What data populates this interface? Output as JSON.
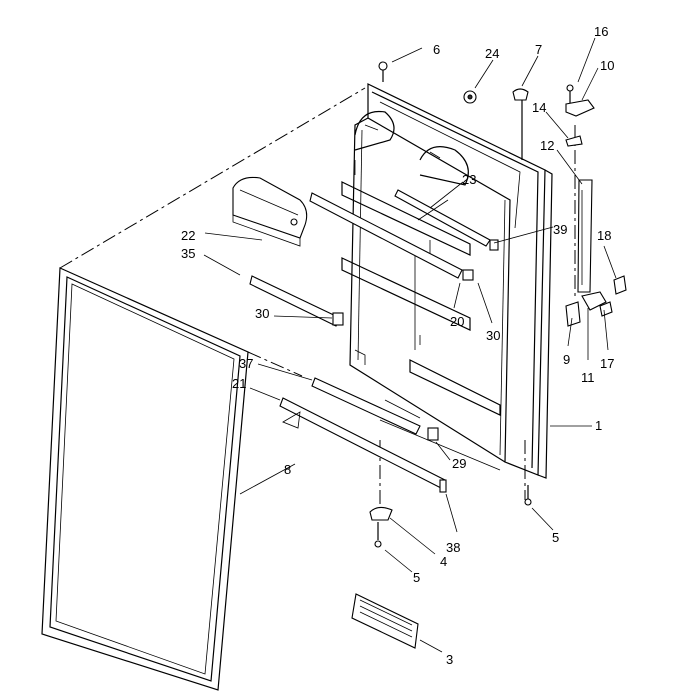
{
  "diagram": {
    "callouts": [
      {
        "id": "c1",
        "text": "1"
      },
      {
        "id": "c3",
        "text": "3"
      },
      {
        "id": "c4",
        "text": "4"
      },
      {
        "id": "c5a",
        "text": "5"
      },
      {
        "id": "c5b",
        "text": "5"
      },
      {
        "id": "c6",
        "text": "6"
      },
      {
        "id": "c7",
        "text": "7"
      },
      {
        "id": "c8",
        "text": "8"
      },
      {
        "id": "c9",
        "text": "9"
      },
      {
        "id": "c10",
        "text": "10"
      },
      {
        "id": "c11",
        "text": "11"
      },
      {
        "id": "c12",
        "text": "12"
      },
      {
        "id": "c14",
        "text": "14"
      },
      {
        "id": "c16",
        "text": "16"
      },
      {
        "id": "c17",
        "text": "17"
      },
      {
        "id": "c18",
        "text": "18"
      },
      {
        "id": "c20",
        "text": "20"
      },
      {
        "id": "c21",
        "text": "21"
      },
      {
        "id": "c22",
        "text": "22"
      },
      {
        "id": "c23",
        "text": "23"
      },
      {
        "id": "c24",
        "text": "24"
      },
      {
        "id": "c29",
        "text": "29"
      },
      {
        "id": "c30a",
        "text": "30"
      },
      {
        "id": "c30b",
        "text": "30"
      },
      {
        "id": "c35",
        "text": "35"
      },
      {
        "id": "c37",
        "text": "37"
      },
      {
        "id": "c38",
        "text": "38"
      },
      {
        "id": "c39",
        "text": "39"
      }
    ]
  }
}
